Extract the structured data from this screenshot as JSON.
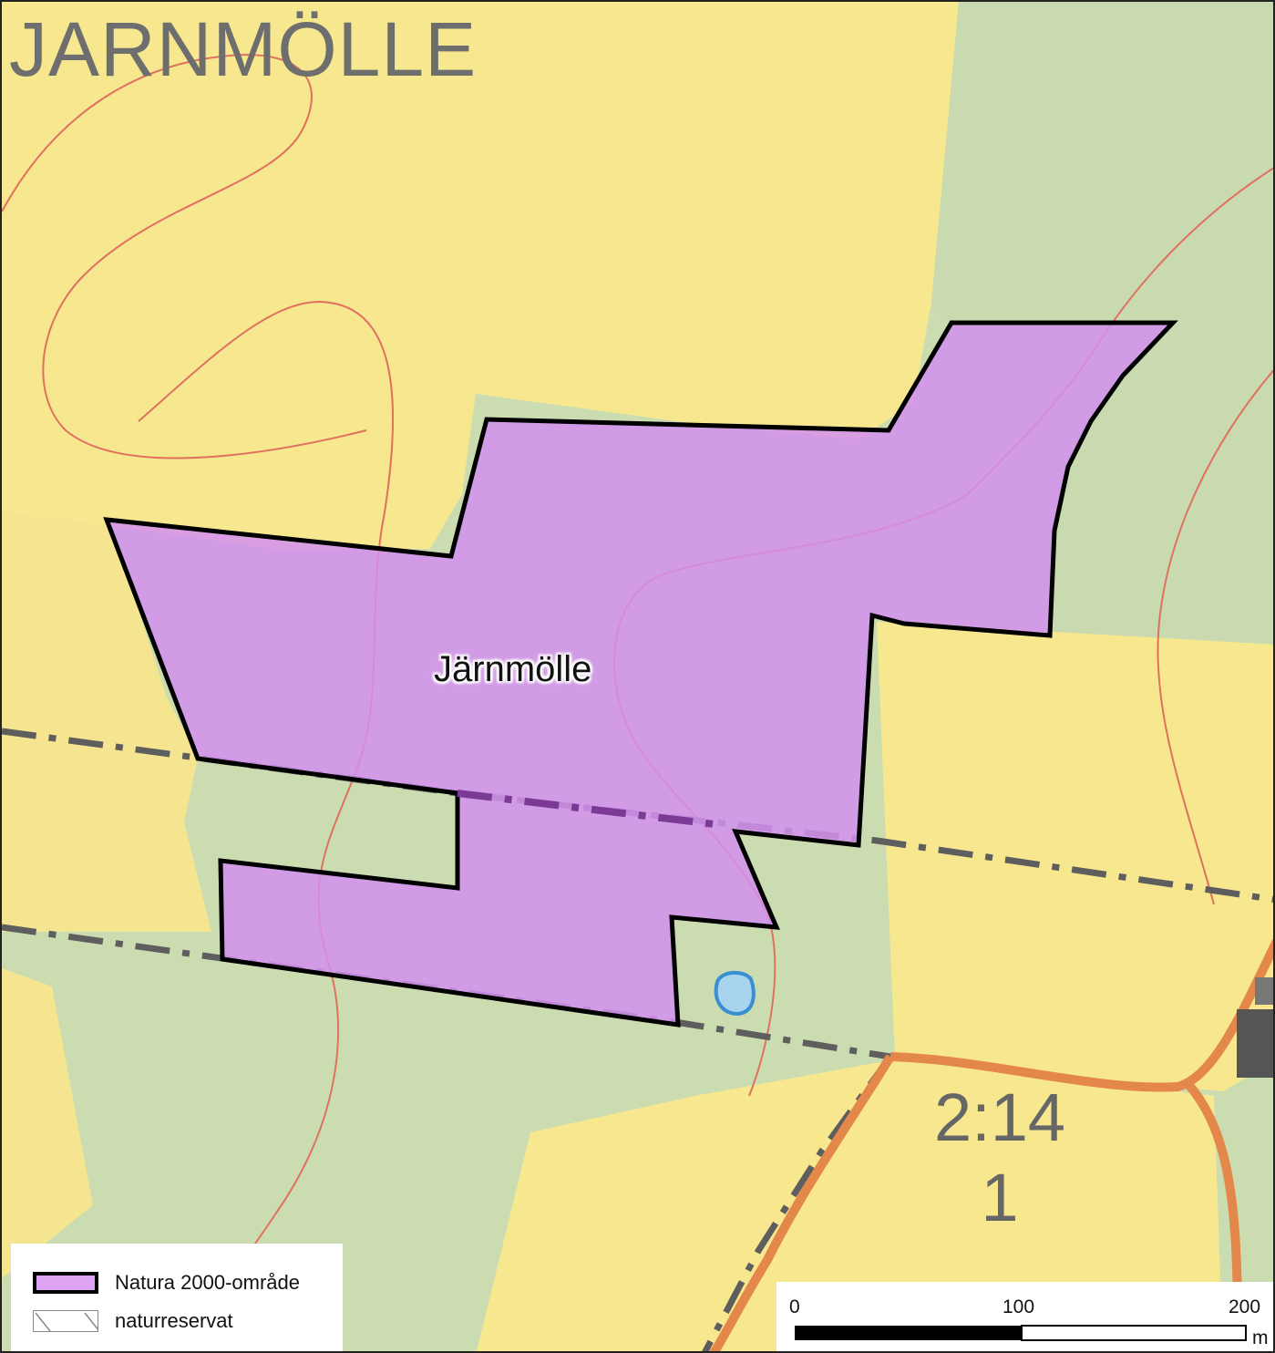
{
  "map": {
    "place_name": "JARNMÖLLE",
    "area_name": "Järnmölle",
    "property_designation": [
      "2:14",
      "1"
    ],
    "colors": {
      "farmland": "#f7e88f",
      "forest": "#cbdcb0",
      "natura_fill": "#dba3f2",
      "natura_outline": "#000000",
      "road": "#e3874a",
      "contour": "#e07060",
      "boundary": "#5e5e5e",
      "pond": "#a9d4f0",
      "building": "#555555"
    }
  },
  "legend": {
    "items": [
      {
        "label": "Natura 2000-område",
        "symbol": "natura-swatch"
      },
      {
        "label": "naturreservat",
        "symbol": "reserve-swatch"
      }
    ]
  },
  "scale_bar": {
    "ticks": [
      "0",
      "100",
      "200"
    ],
    "unit": "m"
  }
}
